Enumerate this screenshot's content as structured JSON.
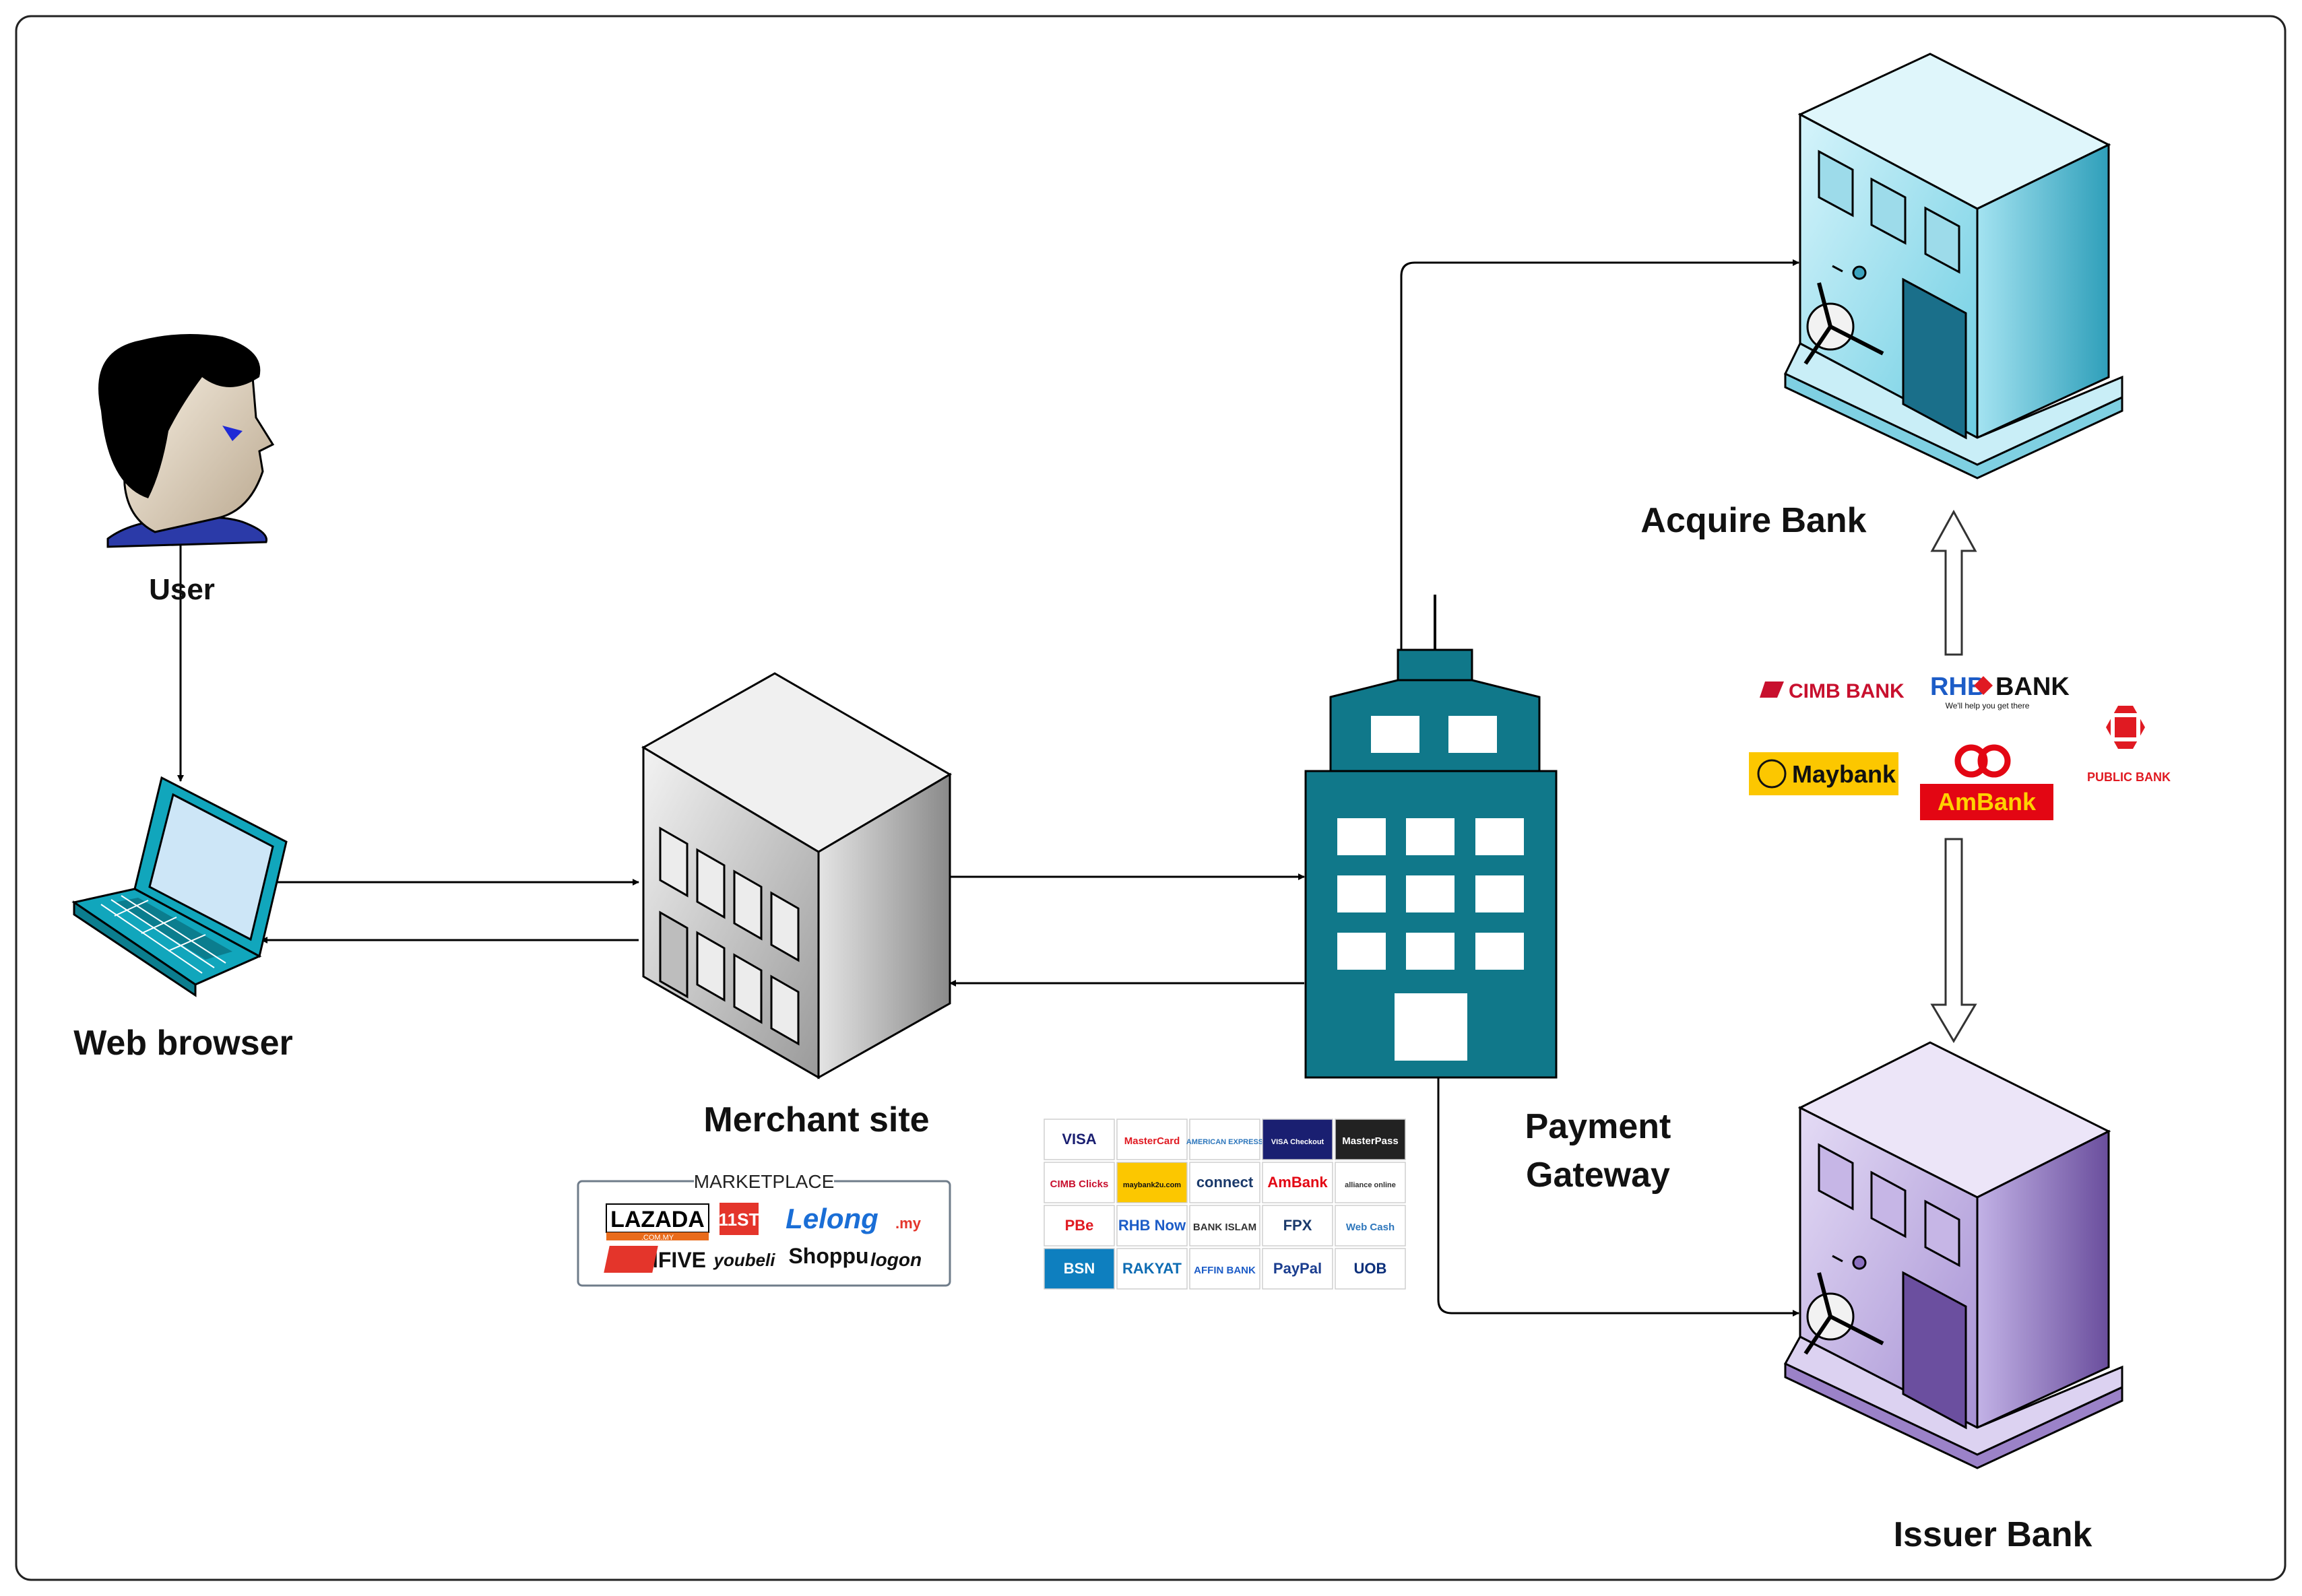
{
  "nodes": {
    "user": "User",
    "browser": "Web browser",
    "merchant": "Merchant site",
    "gateway_l1": "Payment",
    "gateway_l2": "Gateway",
    "acquire": "Acquire Bank",
    "issuer": "Issuer Bank"
  },
  "marketplace": {
    "title": "MARKETPLACE",
    "logos": [
      "LAZADA",
      ".COM.MY",
      "11ST",
      "Lelong",
      ".my",
      "GEMFIVE",
      "youbeli",
      "Shoppu",
      "logon"
    ]
  },
  "payment_methods": [
    [
      "VISA",
      "MasterCard",
      "AMERICAN EXPRESS",
      "VISA Checkout",
      "MasterPass"
    ],
    [
      "CIMB Clicks",
      "maybank2u.com",
      "connect",
      "AmBank",
      "alliance online"
    ],
    [
      "PBe",
      "RHB Now",
      "BANK ISLAM",
      "FPX",
      "Web Cash"
    ],
    [
      "BSN",
      "RAKYAT",
      "AFFIN BANK",
      "PayPal",
      "UOB"
    ]
  ],
  "banks": {
    "cimb": "CIMB BANK",
    "rhb": "RHB",
    "rhb_bank": "BANK",
    "rhb_tag": "We'll help you get there",
    "maybank": "Maybank",
    "ambank": "AmBank",
    "public": "PUBLIC BANK"
  },
  "colors": {
    "acquire_bank": "#a9e3f0",
    "issuer_bank": "#c2aee0",
    "gateway": "#10788a",
    "laptop": "#11a6bc",
    "merchant": "#d6d6d6"
  }
}
